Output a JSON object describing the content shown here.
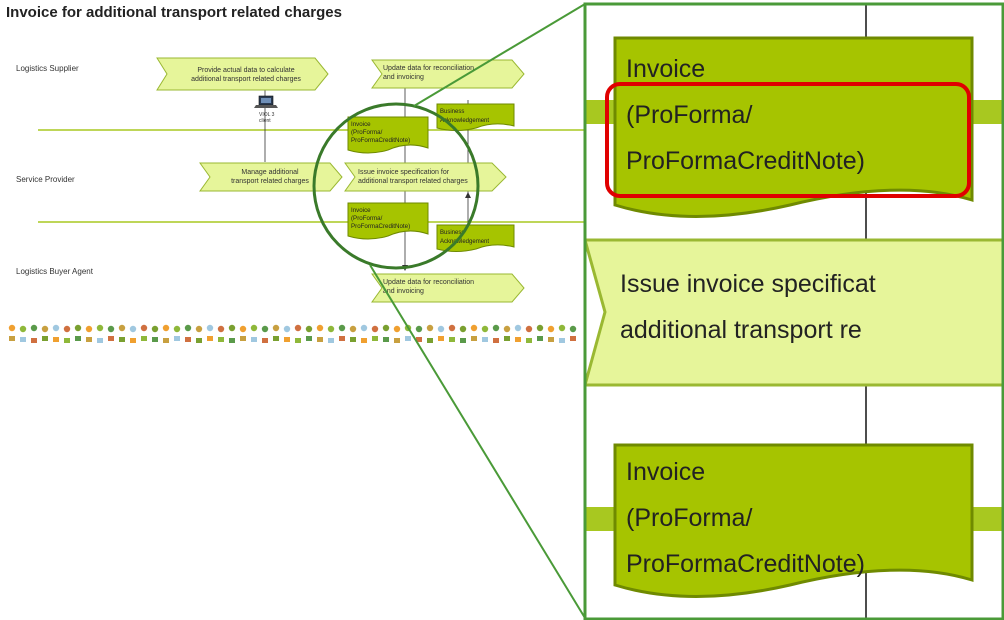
{
  "title": "Invoice for additional transport related charges",
  "lanes": {
    "supplier": "Logistics Supplier",
    "provider": "Service Provider",
    "buyer": "Logistics Buyer Agent"
  },
  "steps": {
    "provide_l1": "Provide actual data to calculate",
    "provide_l2": "additional transport related charges",
    "update_top_l1": "Update data for reconciliation",
    "update_top_l2": "and invoicing",
    "manage_l1": "Manage additional",
    "manage_l2": "transport related charges",
    "issue_l1": "Issue invoice specification for",
    "issue_l2": "additional transport related charges",
    "update_bottom_l1": "Update data for reconciliation",
    "update_bottom_l2": "and invoicing"
  },
  "documents": {
    "invoice_l1": "Invoice",
    "invoice_l2": "(ProForma/",
    "invoice_l3": "ProFormaCreditNote)",
    "ack_l1": "Business",
    "ack_l2": "Acknowledgement"
  },
  "client": {
    "l1": "VIOL 3",
    "l2": "client"
  },
  "zoom": {
    "invoice_l1": "Invoice",
    "invoice_l2": "(ProForma/",
    "invoice_l3": "ProFormaCreditNote)",
    "issue_l1": "Issue invoice specificat",
    "issue_l2": "additional transport re"
  },
  "colors": {
    "process_fill": "#e6f59a",
    "process_stroke": "#9ab832",
    "doc_fill": "#a6c400",
    "doc_stroke": "#6f8a00",
    "lane_line": "#a8c820",
    "zoom_circle": "#3a7a2a",
    "zoom_frame": "#4a9a38",
    "highlight": "#e00000"
  }
}
